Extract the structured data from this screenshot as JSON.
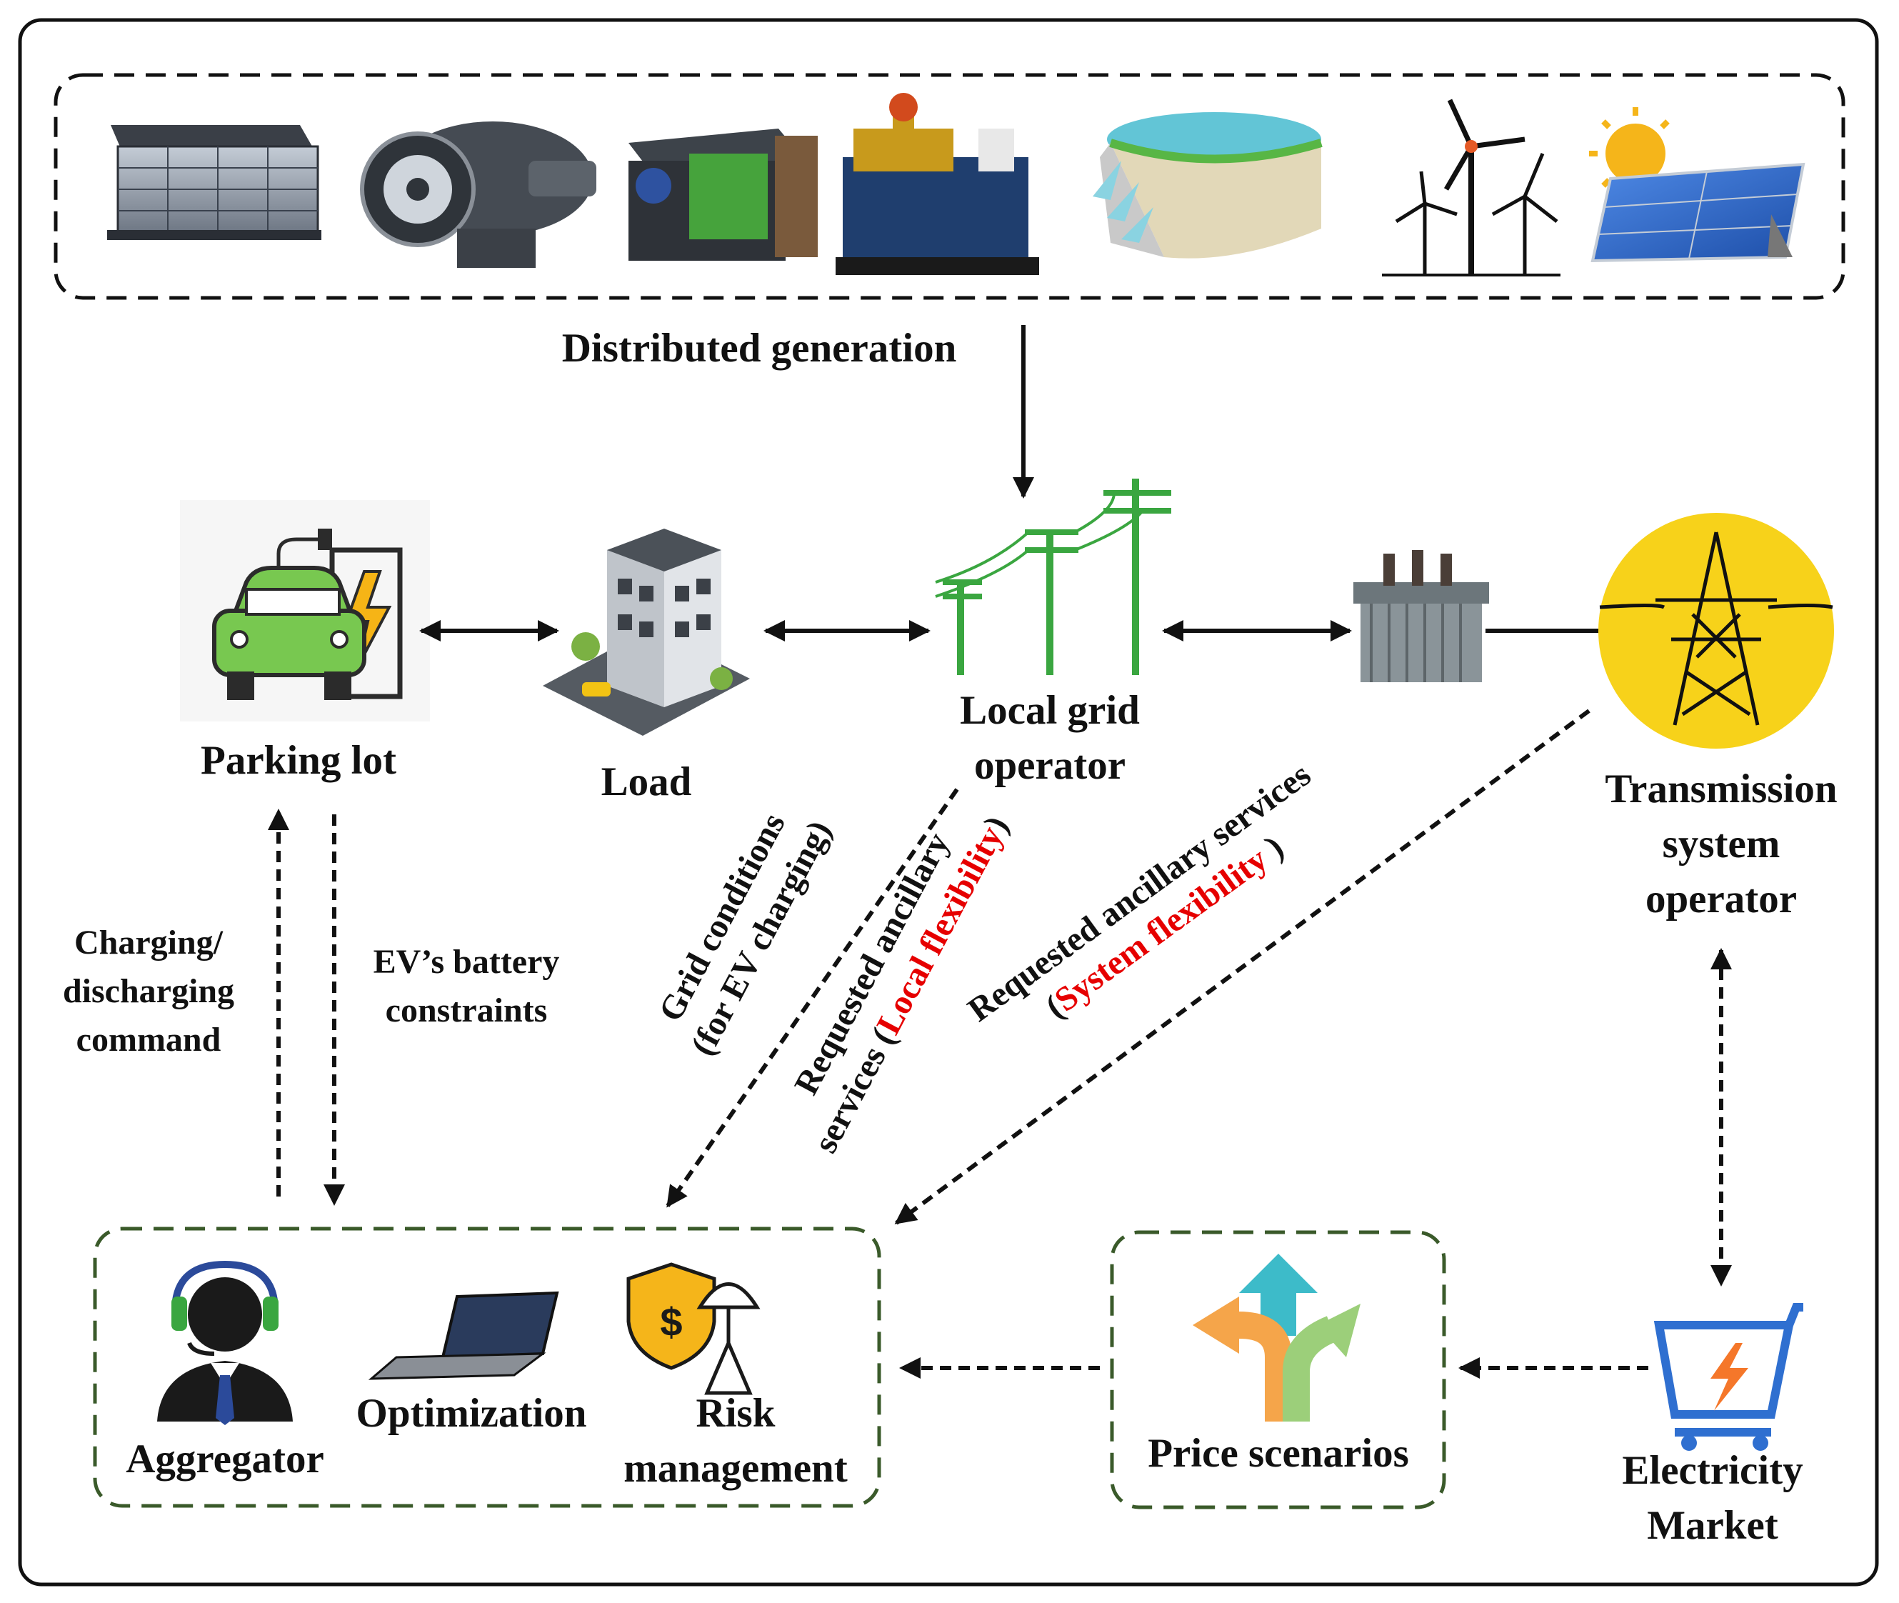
{
  "labels": {
    "distributed_generation": "Distributed generation",
    "parking_lot": "Parking lot",
    "load": "Load",
    "local_grid_operator": [
      "Local grid",
      "operator"
    ],
    "transmission_system_operator": [
      "Transmission",
      "system",
      "operator"
    ],
    "charging_command": [
      "Charging/",
      "discharging",
      "command"
    ],
    "ev_battery_constraints": [
      "EV’s battery",
      "constraints"
    ],
    "grid_conditions": [
      "Grid conditions",
      "(for EV charging)"
    ],
    "local_services": {
      "line1": "Requested ancillary",
      "line2_prefix": "services (",
      "line2_highlight": "Local flexibility",
      "line2_suffix": ")"
    },
    "system_services": {
      "line1": "Requested ancillary services",
      "line2_prefix": "(",
      "line2_highlight": "System flexibility",
      "line2_suffix": " )"
    },
    "aggregator": "Aggregator",
    "optimization": "Optimization",
    "risk_management": [
      "Risk",
      "management"
    ],
    "price_scenarios": "Price scenarios",
    "electricity_market": [
      "Electricity",
      "Market"
    ]
  },
  "icons": {
    "dg_sources": [
      "battery-storage-icon",
      "micro-turbine-icon",
      "fuel-cell-icon",
      "diesel-generator-icon",
      "hydro-dam-icon",
      "wind-turbines-icon",
      "solar-panel-icon"
    ],
    "parking_lot": "ev-charging-icon",
    "load": "building-icon",
    "local_grid": "power-lines-icon",
    "transformer": "transformer-icon",
    "tso": "transmission-tower-icon",
    "aggregator": "operator-headset-icon",
    "optimization": "laptop-icon",
    "risk": "shield-umbrella-icon",
    "price": "branching-arrows-icon",
    "market": "shopping-cart-icon"
  },
  "colors": {
    "highlight": "#e60000",
    "group_border": "#3a5a2a",
    "ev_green": "#78c850",
    "grid_green": "#3aa640",
    "tso_yellow": "#f7d21a"
  }
}
